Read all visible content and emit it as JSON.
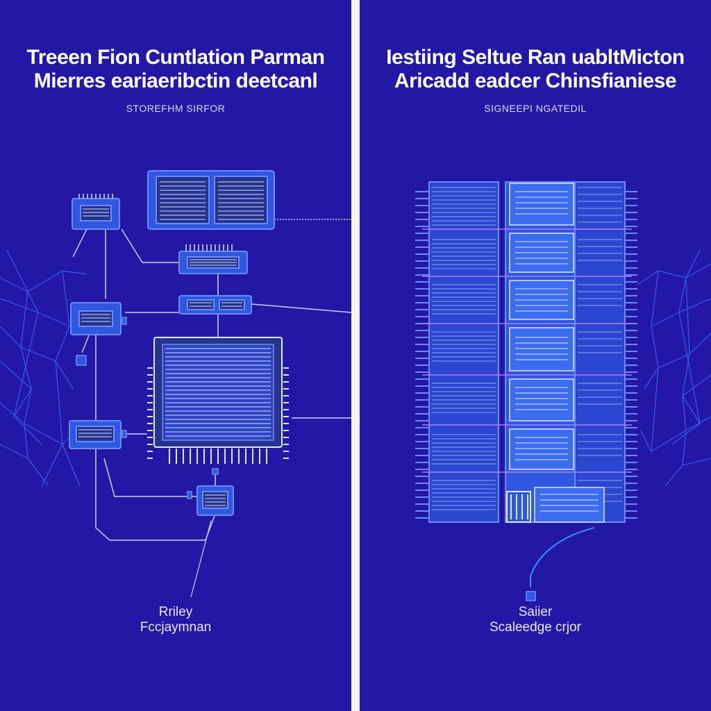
{
  "left": {
    "title_line1": "Treeen Fion Cuntlation Parman",
    "title_line2": "Mierres eariaeribctin deetcanl",
    "subtitle": "STOREFHM SIRFOR",
    "caption_line1": "Rriley",
    "caption_line2": "Fccjaymnan"
  },
  "right": {
    "title_line1": "Iestiing Seltue Ran uabltMicton",
    "title_line2": "Aricadd eadcer Chinsfianiese",
    "subtitle": "SIGNEEPI NGATEDIL",
    "caption_line1": "Saiier",
    "caption_line2": "Scaleedge crjor"
  },
  "colors": {
    "background": "#2318a5",
    "divider": "#f4f4fb",
    "module_fill": "#2f58e0",
    "module_stroke": "#6b8cff",
    "line": "#c9cff5",
    "network": "#3a63f0"
  }
}
